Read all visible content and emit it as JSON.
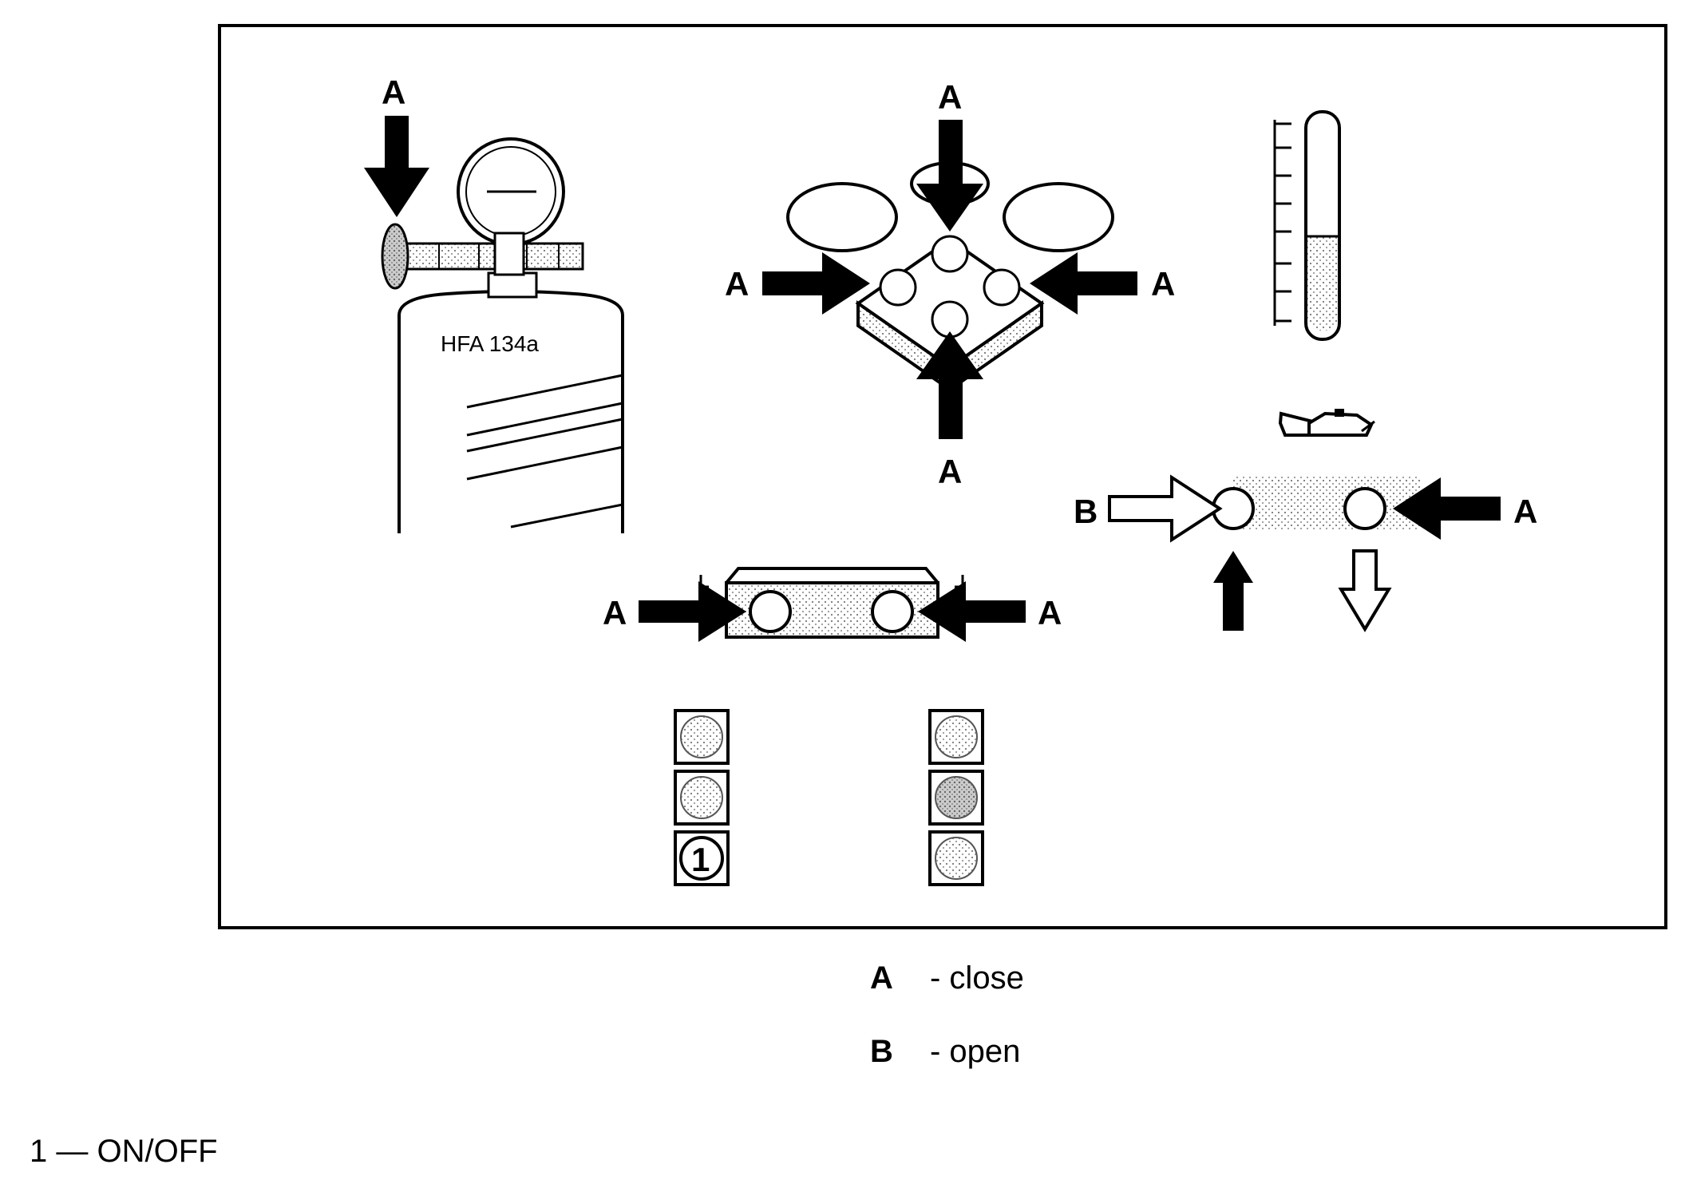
{
  "diagram": {
    "callout_a": "A",
    "callout_b": "B",
    "cylinder_label": "HFA 134a",
    "button_number": "1"
  },
  "legend": [
    {
      "key": "A",
      "desc": "- close"
    },
    {
      "key": "B",
      "desc": "- open"
    }
  ],
  "footnote": "1 — ON/OFF"
}
